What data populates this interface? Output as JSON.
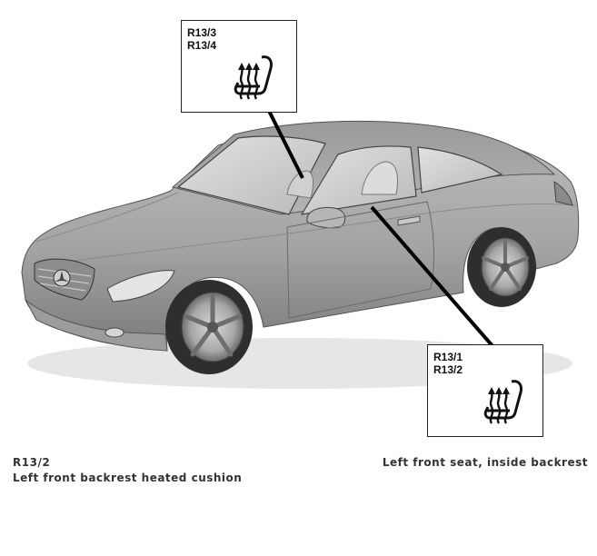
{
  "callouts": {
    "top": {
      "codes": [
        "R13/3",
        "R13/4"
      ],
      "icon": "heated-seat-icon"
    },
    "bottom": {
      "codes": [
        "R13/1",
        "R13/2"
      ],
      "icon": "heated-seat-icon"
    }
  },
  "caption": {
    "component_code": "R13/2",
    "component_description": "Left front backrest heated cushion",
    "location": "Left front seat, inside backrest"
  },
  "colors": {
    "car_body": "#a9a9a9",
    "car_shadow": "#7d7d7d",
    "glass": "#cfcfcf",
    "leader_line": "#000000",
    "caption_text": "#333333"
  }
}
